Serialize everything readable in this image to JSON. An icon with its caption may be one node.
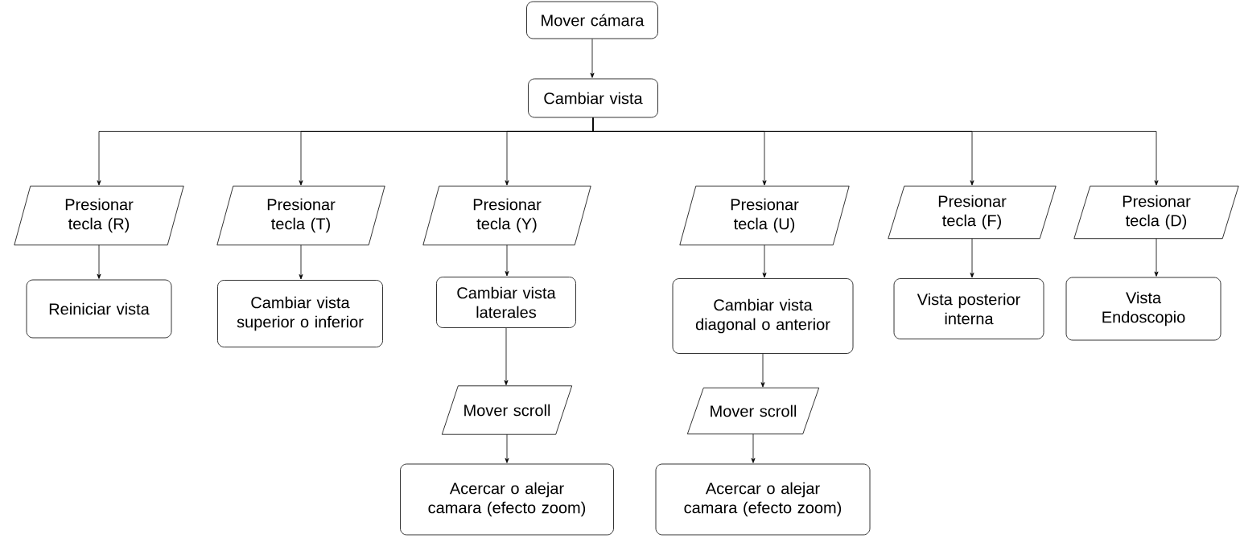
{
  "diagram": {
    "nodes": [
      {
        "text": [
          "Mover cámara"
        ]
      },
      {
        "text": [
          "Cambiar vista"
        ]
      },
      {
        "text": [
          "Presionar tecla (R)"
        ]
      },
      {
        "text": [
          "Presionar tecla (T)"
        ]
      },
      {
        "text": [
          "Presionar tecla (Y)"
        ]
      },
      {
        "text": [
          "Presionar tecla (U)"
        ]
      },
      {
        "text": [
          "Presionar tecla (F)"
        ]
      },
      {
        "text": [
          "Presionar tecla (D)"
        ]
      },
      {
        "text": [
          "Reiniciar vista"
        ]
      },
      {
        "text": [
          "Cambiar vista superior o inferior"
        ]
      },
      {
        "text": [
          "Cambiar vista laterales"
        ]
      },
      {
        "text": [
          "Cambiar vista diagonal o anterior"
        ]
      },
      {
        "text": [
          "Vista posterior interna"
        ]
      },
      {
        "text": [
          "Vista Endoscopio"
        ]
      },
      {
        "text": [
          "Mover scroll"
        ]
      },
      {
        "text": [
          "Mover scroll"
        ]
      },
      {
        "text": [
          "Acercar o alejar camara (efecto zoom)"
        ]
      },
      {
        "text": [
          "Acercar o alejar camara (efecto zoom)"
        ]
      }
    ],
    "edges": [
      {
        "from": 0,
        "to": 1,
        "arrow": "to"
      },
      {
        "from": 1,
        "to": 2,
        "arrow": "to"
      },
      {
        "from": 1,
        "to": 3,
        "arrow": "to"
      },
      {
        "from": 1,
        "to": 4,
        "arrow": "to"
      },
      {
        "from": 1,
        "to": 5,
        "arrow": "to"
      },
      {
        "from": 1,
        "to": 6,
        "arrow": "to"
      },
      {
        "from": 1,
        "to": 7,
        "arrow": "to"
      },
      {
        "from": 2,
        "to": 8,
        "arrow": "to"
      },
      {
        "from": 3,
        "to": 9,
        "arrow": "to"
      },
      {
        "from": 4,
        "to": 10,
        "arrow": "to"
      },
      {
        "from": 5,
        "to": 11,
        "arrow": "to"
      },
      {
        "from": 6,
        "to": 12,
        "arrow": "to"
      },
      {
        "from": 7,
        "to": 13,
        "arrow": "to"
      },
      {
        "from": 10,
        "to": 14,
        "arrow": "to"
      },
      {
        "from": 11,
        "to": 15,
        "arrow": "to"
      },
      {
        "from": 14,
        "to": 16,
        "arrow": "to"
      },
      {
        "from": 15,
        "to": 17,
        "arrow": "to"
      }
    ]
  }
}
